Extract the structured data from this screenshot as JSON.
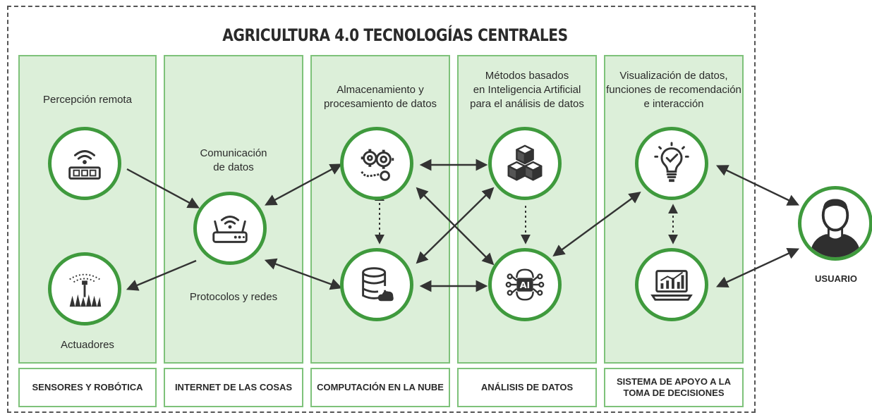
{
  "title": "AGRICULTURA 4.0 TECNOLOGÍAS CENTRALES",
  "columns": [
    {
      "footer": "SENSORES Y ROBÓTICA"
    },
    {
      "footer": "INTERNET DE LAS COSAS"
    },
    {
      "footer": "COMPUTACIÓN EN LA NUBE"
    },
    {
      "footer": "ANÁLISIS DE DATOS"
    },
    {
      "footer": "SISTEMA DE APOYO A LA\nTOMA DE DECISIONES"
    }
  ],
  "labels": {
    "remote_sensing": "Percepción remota",
    "actuators": "Actuadores",
    "data_comm": "Comunicación\nde datos",
    "protocols": "Protocolos y redes",
    "storage": "Almacenamiento y\nprocesamiento de datos",
    "ai_methods": "Métodos basados\nen Inteligencia Artificial\npara el análisis de datos",
    "visualization": "Visualización de datos,\nfunciones de recomendación\ne interacción",
    "ai_chip": "AI"
  },
  "user": {
    "label": "USUARIO"
  },
  "icons": [
    "wifi-sensor-icon",
    "sprinkler-icon",
    "router-icon",
    "gears-icon",
    "database-cloud-icon",
    "cubes-icon",
    "ai-brain-icon",
    "lightbulb-check-icon",
    "laptop-chart-icon",
    "user-avatar-icon"
  ],
  "colors": {
    "panel": "#dcefd9",
    "panel_border": "#7ec27a",
    "circle_border": "#3f9a3d",
    "arrow": "#333333"
  }
}
